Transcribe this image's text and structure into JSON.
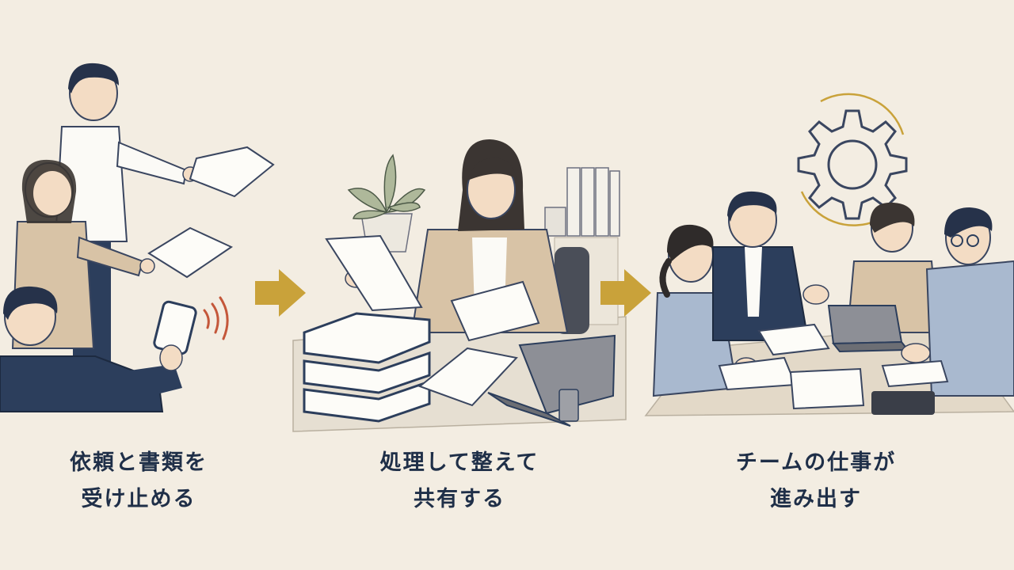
{
  "steps": [
    {
      "line1": "依頼と書類を",
      "line2": "受け止める"
    },
    {
      "line1": "処理して整えて",
      "line2": "共有する"
    },
    {
      "line1": "チームの仕事が",
      "line2": "進み出す"
    }
  ],
  "colors": {
    "background": "#f3ede2",
    "arrow": "#c9a23a",
    "navy": "#2c3e5c",
    "beige_jacket": "#d8c3a6",
    "light_blue_shirt": "#a9b9cf",
    "gear_outline": "#3a4660",
    "signal": "#c4573a",
    "text": "#1f2f48"
  }
}
